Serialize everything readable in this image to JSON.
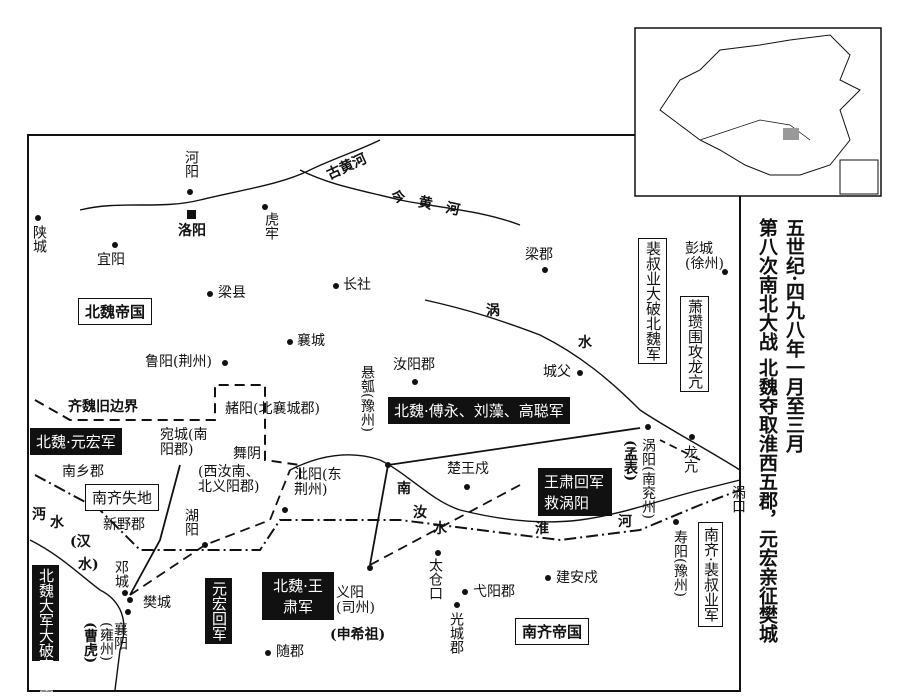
{
  "title": {
    "line1": "五世纪·四九八年一月至三月",
    "line2": "第八次南北大战 北魏夺取淮西五郡，元宏亲征樊城"
  },
  "regions": {
    "north": "北魏帝国",
    "south": "南齐帝国",
    "lost": "南齐失地",
    "old_border": "齐魏旧边界"
  },
  "rivers": {
    "old_yellow": "古黄河",
    "new_yellow": "今黄河",
    "guo": [
      "涡",
      "水"
    ],
    "ru": [
      "南",
      "汝",
      "水"
    ],
    "huai": [
      "淮",
      "河"
    ],
    "mian": [
      "沔",
      "水",
      "(汉",
      "水)"
    ]
  },
  "places": [
    {
      "id": "heyang",
      "name": "河阳"
    },
    {
      "id": "shancheng",
      "name": "陕城"
    },
    {
      "id": "hulao",
      "name": "虎牢"
    },
    {
      "id": "luoyang",
      "name": "洛阳"
    },
    {
      "id": "yiyang",
      "name": "宜阳"
    },
    {
      "id": "liangjun",
      "name": "梁郡"
    },
    {
      "id": "pengcheng",
      "name": "彭城(徐州)"
    },
    {
      "id": "changshe",
      "name": "长社"
    },
    {
      "id": "liangxian",
      "name": "梁县"
    },
    {
      "id": "xiangcheng",
      "name": "襄城"
    },
    {
      "id": "luyang",
      "name": "鲁阳(荆州)"
    },
    {
      "id": "ruyangjun",
      "name": "汝阳郡"
    },
    {
      "id": "chengfu",
      "name": "城父"
    },
    {
      "id": "xuanhu",
      "name": "悬瓠(豫州)"
    },
    {
      "id": "zheyang",
      "name": "赭阳(北襄城郡)"
    },
    {
      "id": "wancheng",
      "name": "宛城(南阳郡)"
    },
    {
      "id": "wuyin",
      "name": "舞阴"
    },
    {
      "id": "wuyin_sub",
      "name": "(西汝南、北义阳郡)"
    },
    {
      "id": "biyang",
      "name": "沘阳(东荆州)"
    },
    {
      "id": "chuwang",
      "name": "楚王戍"
    },
    {
      "id": "nanxiang",
      "name": "南乡郡"
    },
    {
      "id": "guoyang",
      "name": "涡阳(南兖州)"
    },
    {
      "id": "mengbiao",
      "name": "(孟表)"
    },
    {
      "id": "longkang",
      "name": "龙亢"
    },
    {
      "id": "guokou",
      "name": "涡口"
    },
    {
      "id": "shouyang",
      "name": "寿阳(豫州)"
    },
    {
      "id": "xinye",
      "name": "新野郡"
    },
    {
      "id": "huyang",
      "name": "湖阳"
    },
    {
      "id": "dengcheng",
      "name": "邓城"
    },
    {
      "id": "fancheng",
      "name": "樊城"
    },
    {
      "id": "xiangyang",
      "name": "襄阳"
    },
    {
      "id": "yongzhou",
      "name": "(雍州)"
    },
    {
      "id": "caohu",
      "name": "(曹虎)"
    },
    {
      "id": "yiyang2",
      "name": "义阳(司州)"
    },
    {
      "id": "shenxizu",
      "name": "(申希祖)"
    },
    {
      "id": "taicang",
      "name": "太仓口"
    },
    {
      "id": "yiyangjun",
      "name": "弋阳郡"
    },
    {
      "id": "jianan",
      "name": "建安戍"
    },
    {
      "id": "guangcheng",
      "name": "光城郡"
    },
    {
      "id": "suijun",
      "name": "随郡"
    }
  ],
  "callouts": {
    "yuanhong": "北魏·元宏军",
    "fuyong": "北魏·傅永、刘藻、高聪军",
    "wangsu": "北魏·王肃军",
    "wangsu_return": "王肃回军救涡阳",
    "yuanhong_return": "元宏回军",
    "pei_victory": "裴叔业大破北魏军",
    "xiaozan": "萧瓒围攻龙亢",
    "pei_army": "南齐·裴叔业军",
    "wei_victory": "北魏大军大破南齐守军"
  }
}
